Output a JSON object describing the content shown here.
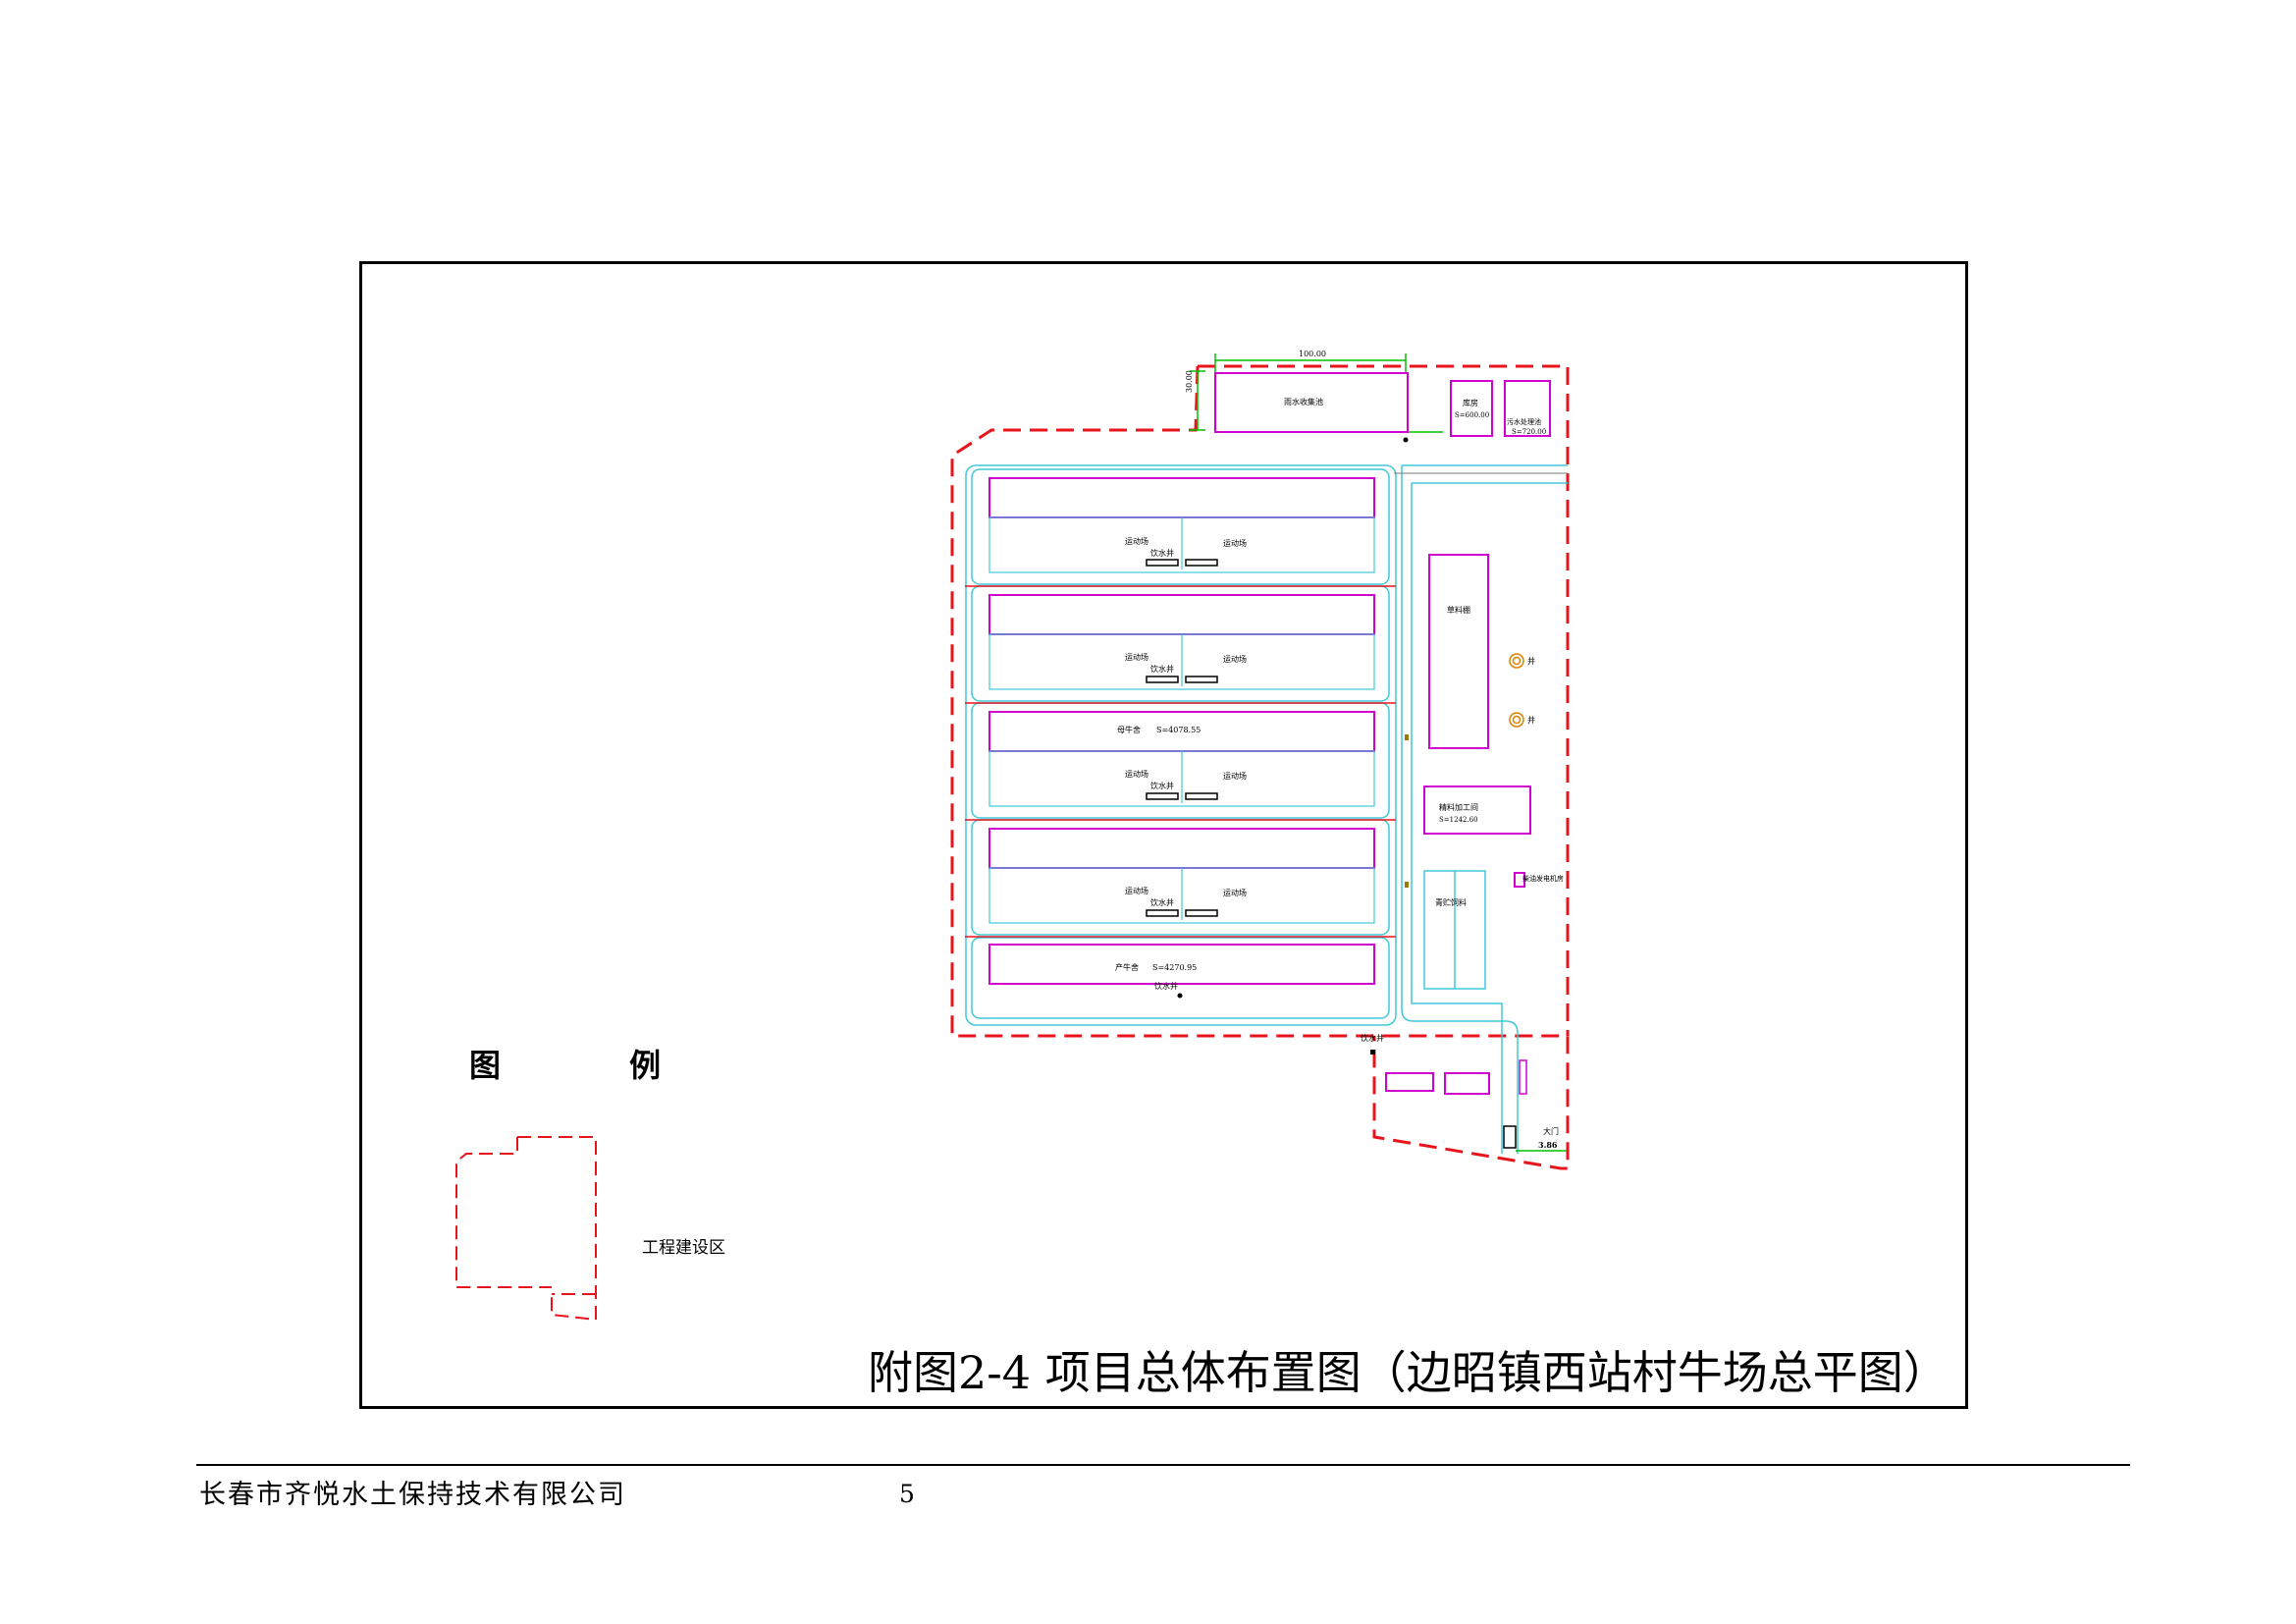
{
  "labels": {
    "dim_width": "100.00",
    "dim_height": "30.00",
    "rain_pool": "雨水收集池",
    "warehouse": "库房",
    "warehouse_area": "S=600.00",
    "sewage": "污水处理池",
    "sewage_area": "S=720.00",
    "exercise_yard": "运动场",
    "water_well": "饮水井",
    "cow_barn": "母牛舍",
    "cow_barn_area": "S=4078.55",
    "hay_shed": "草料棚",
    "well": "井",
    "feed_processing": "精料加工间",
    "feed_processing_area": "S=1242.60",
    "generator": "柴油发电机房",
    "silage": "青贮饲料",
    "calving_barn": "产牛舍",
    "calving_barn_area": "S=4270.95",
    "gate": "大门",
    "gate_width": "3.86"
  },
  "legend": {
    "title": "图 例",
    "construction_area": "工程建设区"
  },
  "figure_title": "附图2-4 项目总体布置图（边昭镇西站村牛场总平图）",
  "footer": {
    "company": "长春市齐悦水土保持技术有限公司",
    "page": "5"
  },
  "colors": {
    "boundary": "#e8141c",
    "building": "#d000d0",
    "road": "#40c8d8",
    "dimension": "#00c000"
  }
}
